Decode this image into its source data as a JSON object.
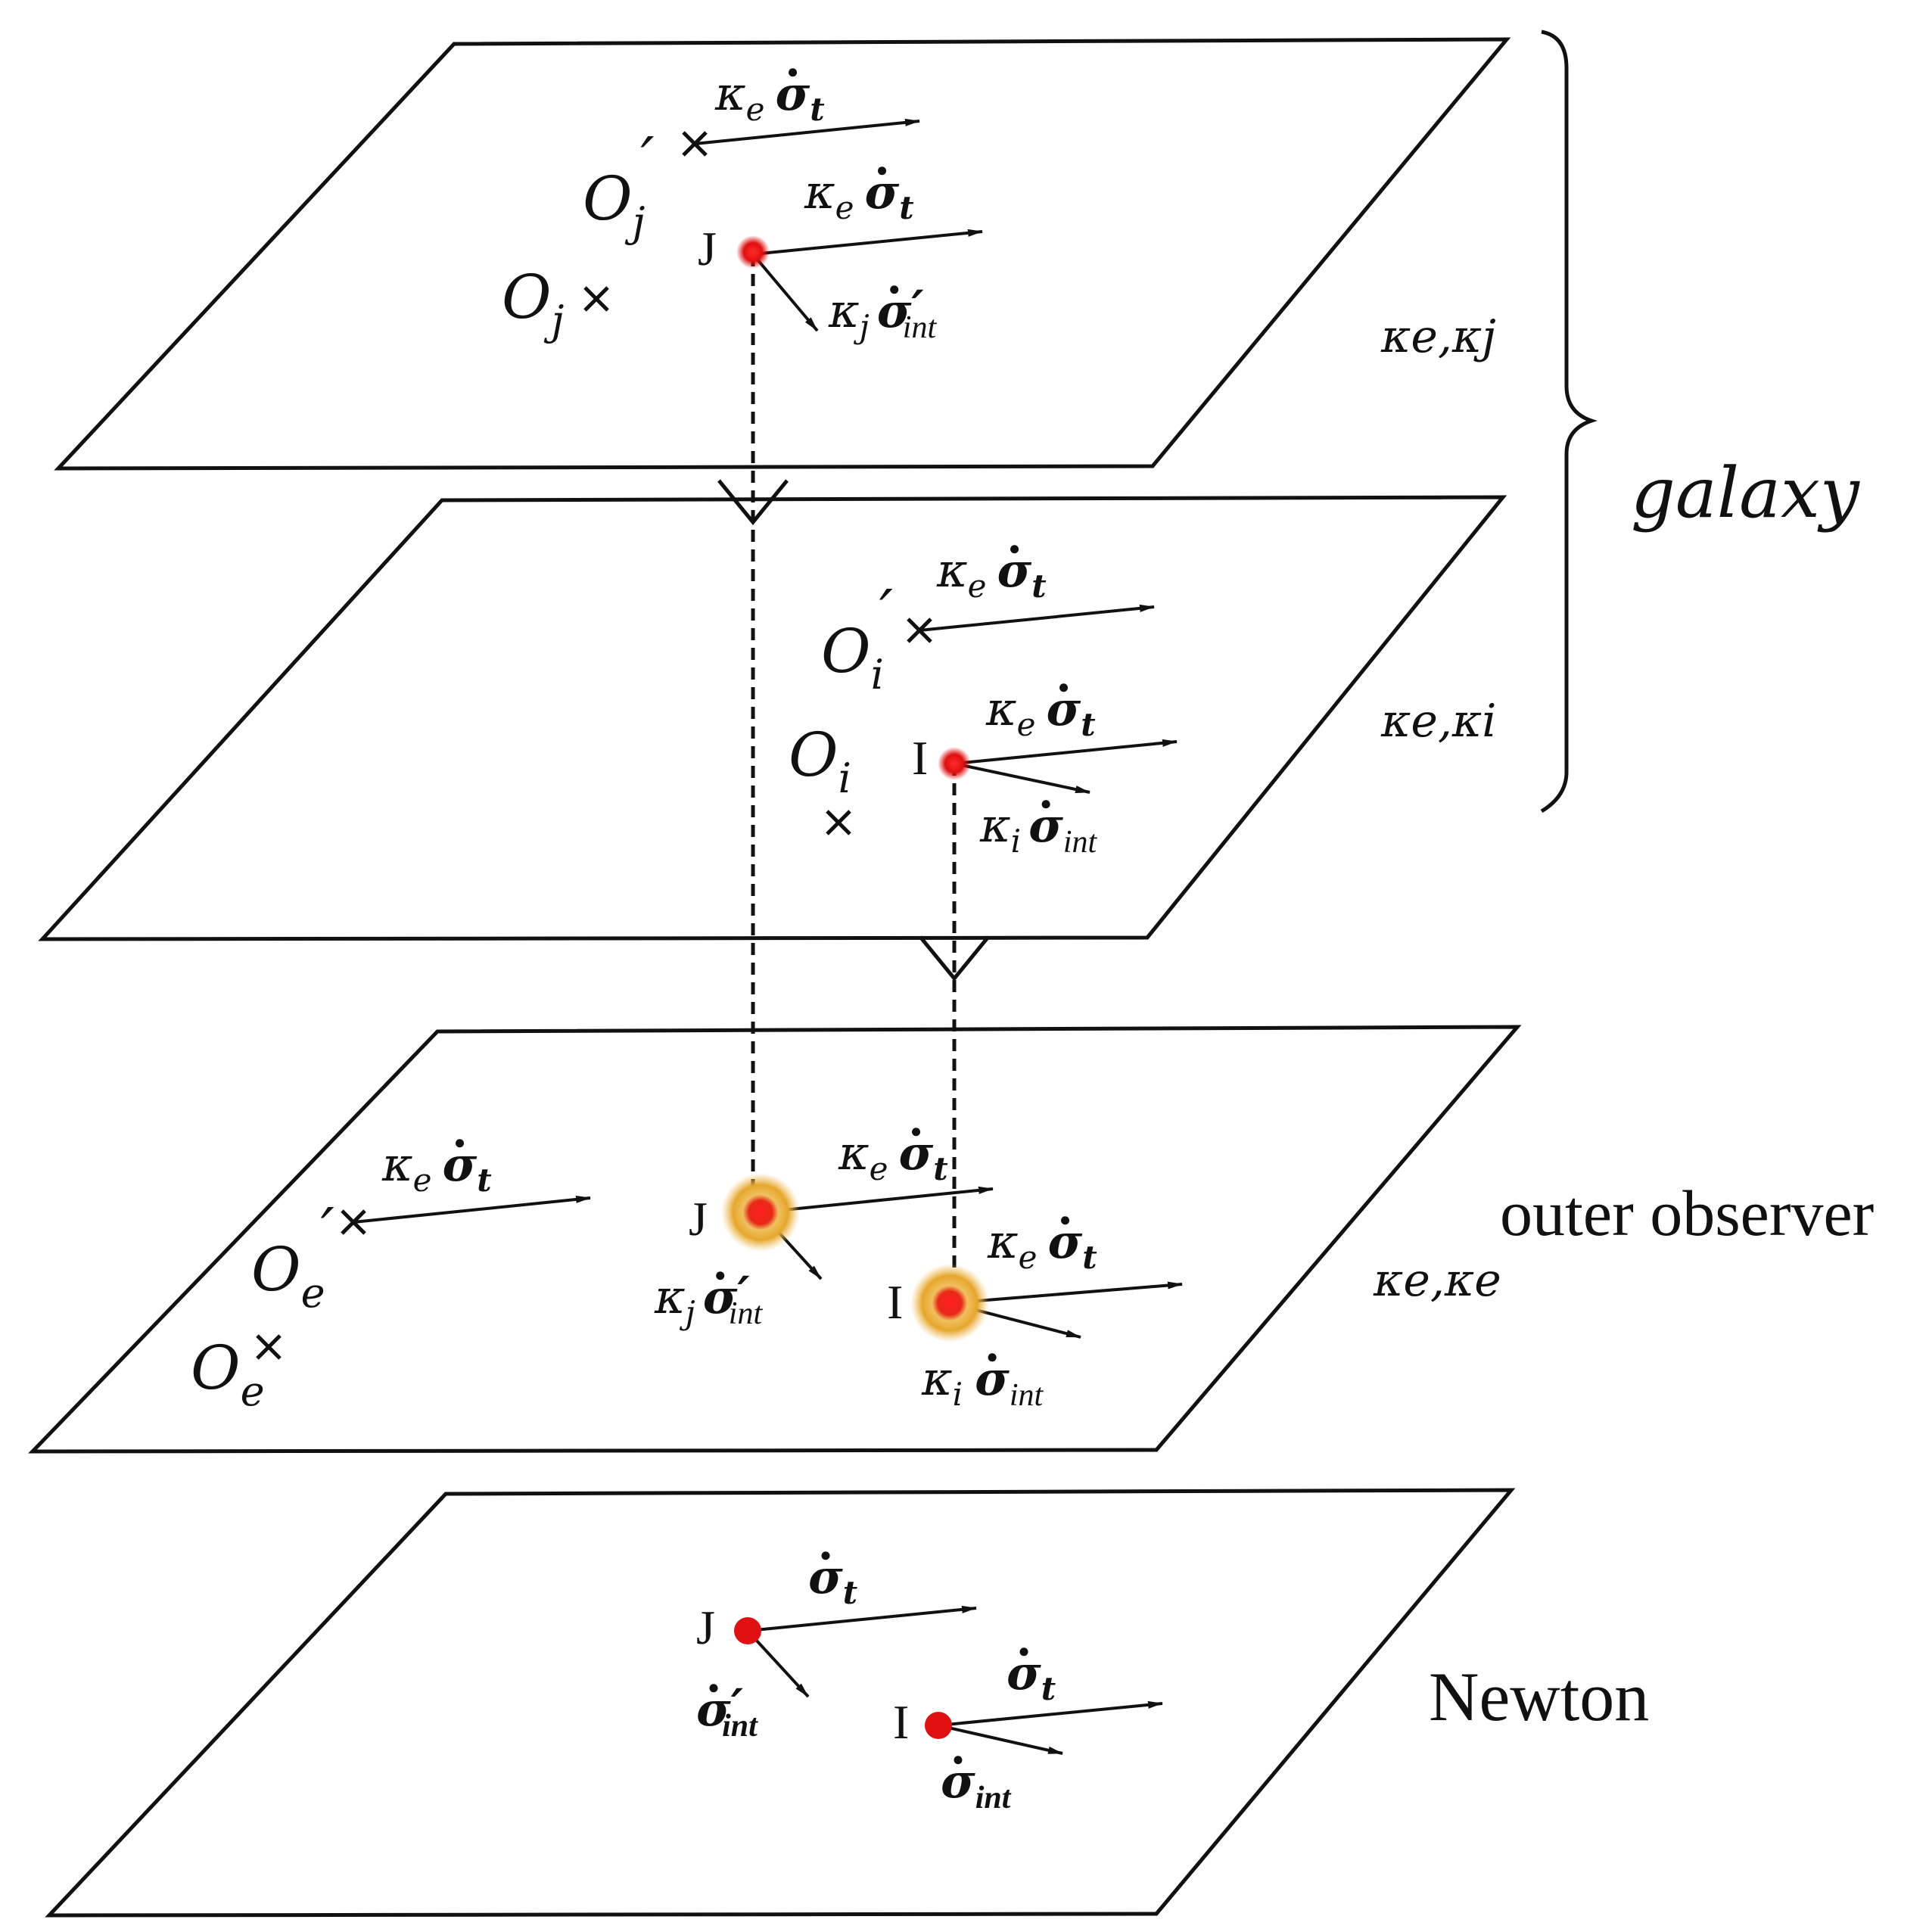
{
  "symbols": {
    "kappa_e": "κ",
    "e": "e",
    "j": "j",
    "i": "i",
    "sigma": "σ",
    "t": "t",
    "int": "int",
    "prime": "′",
    "O": "O",
    "J": "J",
    "I": "I",
    "comma": ","
  },
  "side_labels": {
    "galaxy": "galaxy",
    "outer_observer": "outer observer",
    "newton": "Newton"
  },
  "layer_params": {
    "layer1": "κe,κj",
    "layer2": "κe,κi",
    "layer3": "κe,κe"
  },
  "colors": {
    "particle": "#e01010",
    "glow": "#e0a020",
    "ink": "#111111"
  }
}
